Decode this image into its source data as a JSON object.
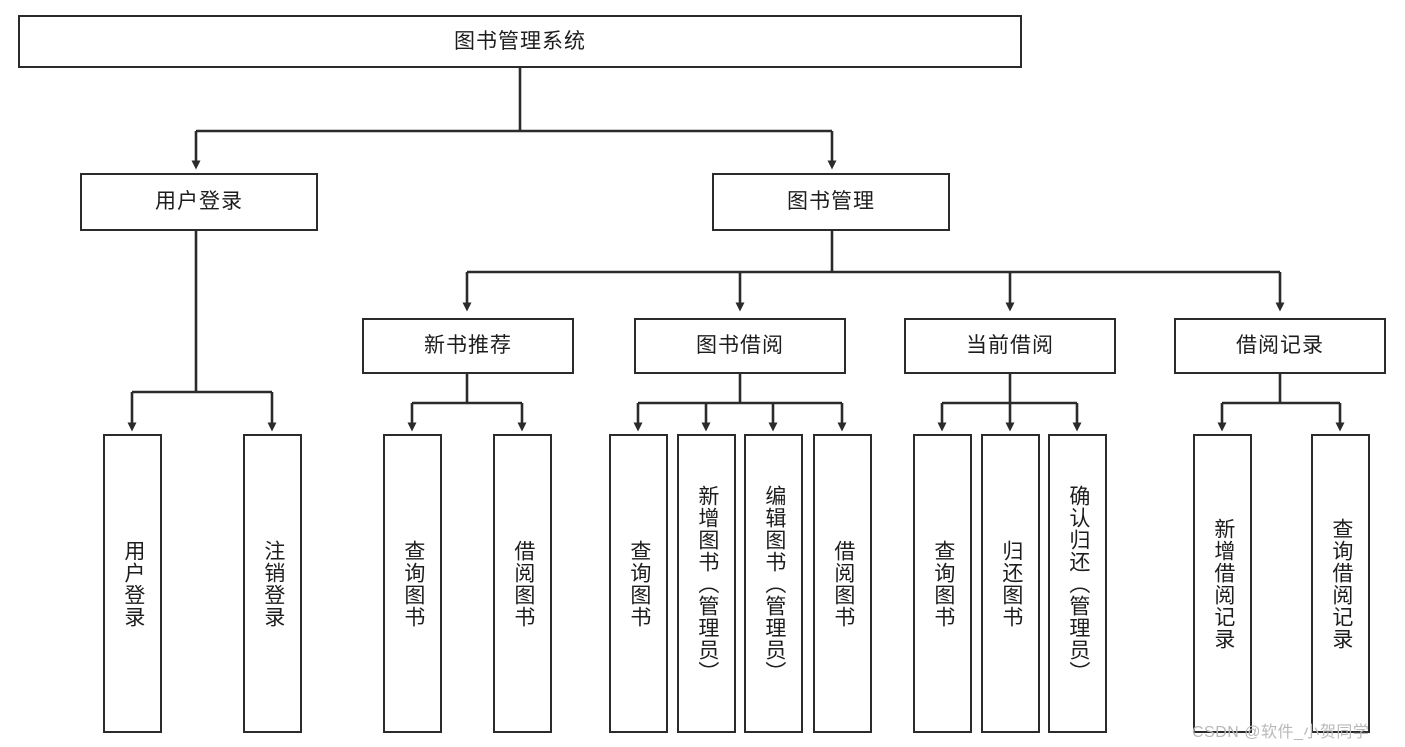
{
  "diagram": {
    "type": "hierarchy-tree",
    "title": "图书管理系统",
    "watermark": "CSDN @软件_小贺同学",
    "colors": {
      "stroke": "#2b2b2b",
      "fill": "#ffffff",
      "text": "#1d1d1d",
      "watermark": "#b9b9b9"
    },
    "nodes": {
      "root": "图书管理系统",
      "level2": {
        "user_login": "用户登录",
        "book_manage": "图书管理"
      },
      "level3": {
        "new_book_rec": "新书推荐",
        "book_borrow": "图书借阅",
        "current_borrow": "当前借阅",
        "borrow_record": "借阅记录"
      },
      "leaves": {
        "user_login": [
          "用户登录",
          "注销登录"
        ],
        "new_book_rec": [
          "查询图书",
          "借阅图书"
        ],
        "book_borrow": [
          "查询图书",
          "新增图书（管理员）",
          "编辑图书（管理员）",
          "借阅图书"
        ],
        "current_borrow": [
          "查询图书",
          "归还图书",
          "确认归还（管理员）"
        ],
        "borrow_record": [
          "新增借阅记录",
          "查询借阅记录"
        ]
      }
    },
    "edges": [
      {
        "from": "图书管理系统",
        "to": "用户登录"
      },
      {
        "from": "图书管理系统",
        "to": "图书管理"
      },
      {
        "from": "用户登录",
        "to": "用户登录"
      },
      {
        "from": "用户登录",
        "to": "注销登录"
      },
      {
        "from": "图书管理",
        "to": "新书推荐"
      },
      {
        "from": "图书管理",
        "to": "图书借阅"
      },
      {
        "from": "图书管理",
        "to": "当前借阅"
      },
      {
        "from": "图书管理",
        "to": "借阅记录"
      },
      {
        "from": "新书推荐",
        "to": "查询图书"
      },
      {
        "from": "新书推荐",
        "to": "借阅图书"
      },
      {
        "from": "图书借阅",
        "to": "查询图书"
      },
      {
        "from": "图书借阅",
        "to": "新增图书（管理员）"
      },
      {
        "from": "图书借阅",
        "to": "编辑图书（管理员）"
      },
      {
        "from": "图书借阅",
        "to": "借阅图书"
      },
      {
        "from": "当前借阅",
        "to": "查询图书"
      },
      {
        "from": "当前借阅",
        "to": "归还图书"
      },
      {
        "from": "当前借阅",
        "to": "确认归还（管理员）"
      },
      {
        "from": "借阅记录",
        "to": "新增借阅记录"
      },
      {
        "from": "借阅记录",
        "to": "查询借阅记录"
      }
    ]
  }
}
